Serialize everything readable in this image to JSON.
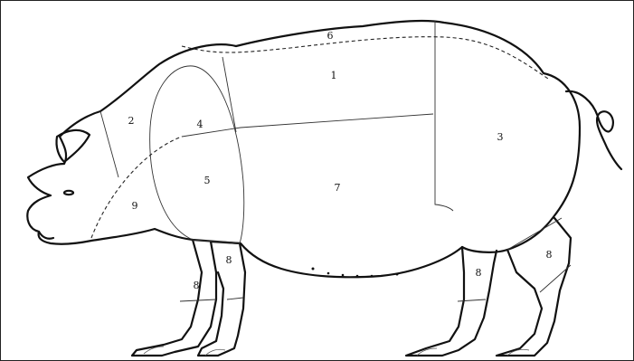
{
  "diagram": {
    "labels": {
      "r1": "1",
      "r2": "2",
      "r3": "3",
      "r4": "4",
      "r5": "5",
      "r6": "6",
      "r7": "7",
      "r8a": "8",
      "r8b": "8",
      "r8c": "8",
      "r8d": "8",
      "r9": "9"
    }
  }
}
